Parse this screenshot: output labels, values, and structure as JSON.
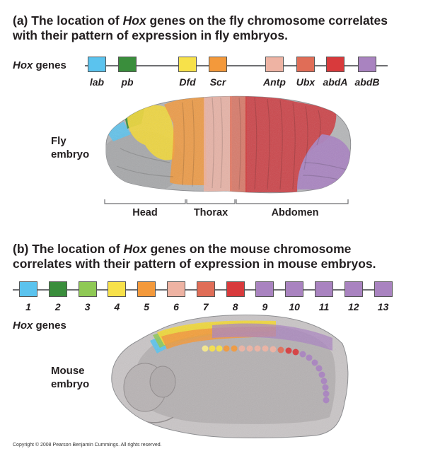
{
  "part_a": {
    "title_prefix": "(a) The location of ",
    "title_italic": "Hox",
    "title_suffix_line1": " genes on the fly chromosome correlates",
    "title_line2": "with their pattern of expression in fly embryos.",
    "hox_label_italic": "Hox",
    "hox_label_rest": " genes",
    "genes": [
      {
        "name": "lab",
        "color": "#5bc3ee"
      },
      {
        "name": "pb",
        "color": "#3a8e3c"
      },
      {
        "name": "Dfd",
        "color": "#f7e14a"
      },
      {
        "name": "Scr",
        "color": "#f3993b"
      },
      {
        "name": "Antp",
        "color": "#eeb3a3"
      },
      {
        "name": "Ubx",
        "color": "#e06d57"
      },
      {
        "name": "abdA",
        "color": "#d83a3c"
      },
      {
        "name": "abdB",
        "color": "#a983c0"
      }
    ],
    "embryo_label_line1": "Fly",
    "embryo_label_line2": "embryo",
    "regions": [
      "Head",
      "Thorax",
      "Abdomen"
    ]
  },
  "part_b": {
    "title_prefix": "(b) The location of ",
    "title_italic": "Hox",
    "title_suffix_line1": " genes on the mouse chromosome",
    "title_line2": "correlates with their pattern of expression in mouse embryos.",
    "genes": [
      {
        "name": "1",
        "color": "#5bc3ee"
      },
      {
        "name": "2",
        "color": "#3a8e3c"
      },
      {
        "name": "3",
        "color": "#8fc955"
      },
      {
        "name": "4",
        "color": "#f7e14a"
      },
      {
        "name": "5",
        "color": "#f3993b"
      },
      {
        "name": "6",
        "color": "#eeb3a3"
      },
      {
        "name": "7",
        "color": "#e06d57"
      },
      {
        "name": "8",
        "color": "#d83a3c"
      },
      {
        "name": "9",
        "color": "#a983c0"
      },
      {
        "name": "10",
        "color": "#a983c0"
      },
      {
        "name": "11",
        "color": "#a983c0"
      },
      {
        "name": "12",
        "color": "#a983c0"
      },
      {
        "name": "13",
        "color": "#a983c0"
      }
    ],
    "hox_label_italic": "Hox",
    "hox_label_rest": " genes",
    "embryo_label_line1": "Mouse",
    "embryo_label_line2": "embryo"
  },
  "copyright": "Copyright © 2008 Pearson Benjamin Cummings. All rights reserved."
}
